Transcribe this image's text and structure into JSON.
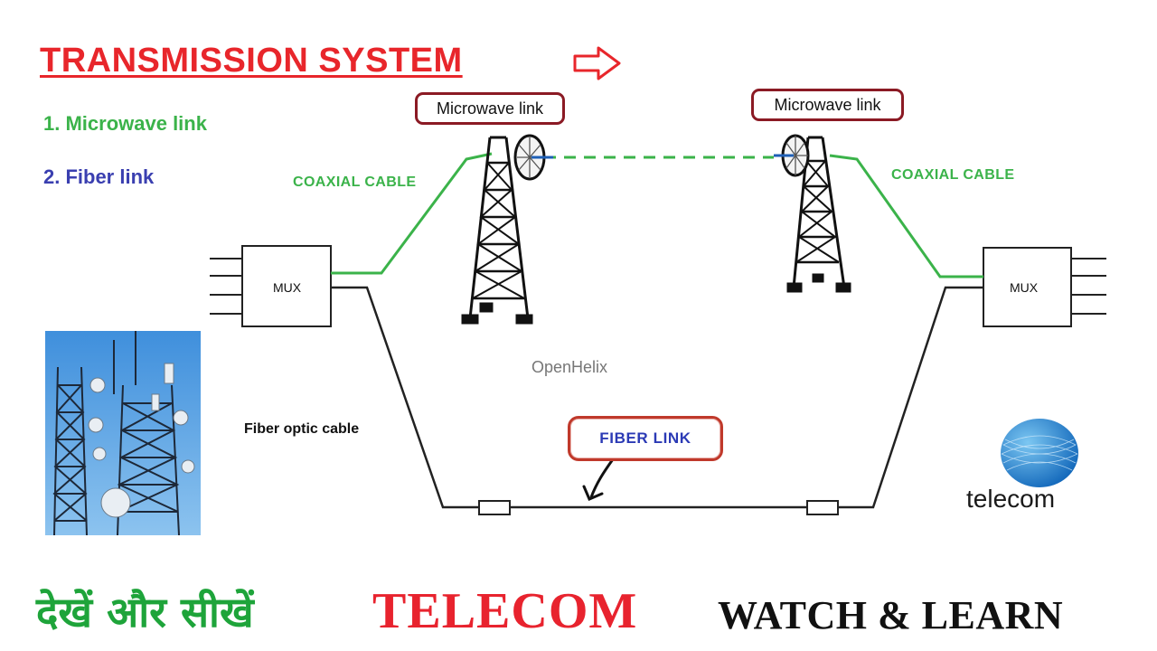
{
  "title": "TRANSMISSION SYSTEM",
  "list": {
    "item1": "1. Microwave link",
    "item2": "2. Fiber link"
  },
  "labels": {
    "microwave_left": "Microwave link",
    "microwave_right": "Microwave link",
    "coax_left": "COAXIAL CABLE",
    "coax_right": "COAXIAL CABLE",
    "mux_left": "MUX",
    "mux_right": "MUX",
    "fiber_optic_cable": "Fiber optic cable",
    "fiber_link": "FIBER LINK",
    "watermark": "OpenHelix"
  },
  "logo": {
    "text": "telecom"
  },
  "footer": {
    "hindi": "देखें और सीखें",
    "telecom": "TELECOM",
    "watch": "WATCH & LEARN"
  },
  "colors": {
    "title_red": "#e8262b",
    "microwave_green": "#3bb34a",
    "fiber_blue": "#3a3fb0",
    "label_border": "#8b1a24"
  },
  "icons": [
    "right-arrow-outline-icon",
    "microwave-tower-icon",
    "dish-antenna-icon",
    "telecom-globe-logo-icon"
  ]
}
